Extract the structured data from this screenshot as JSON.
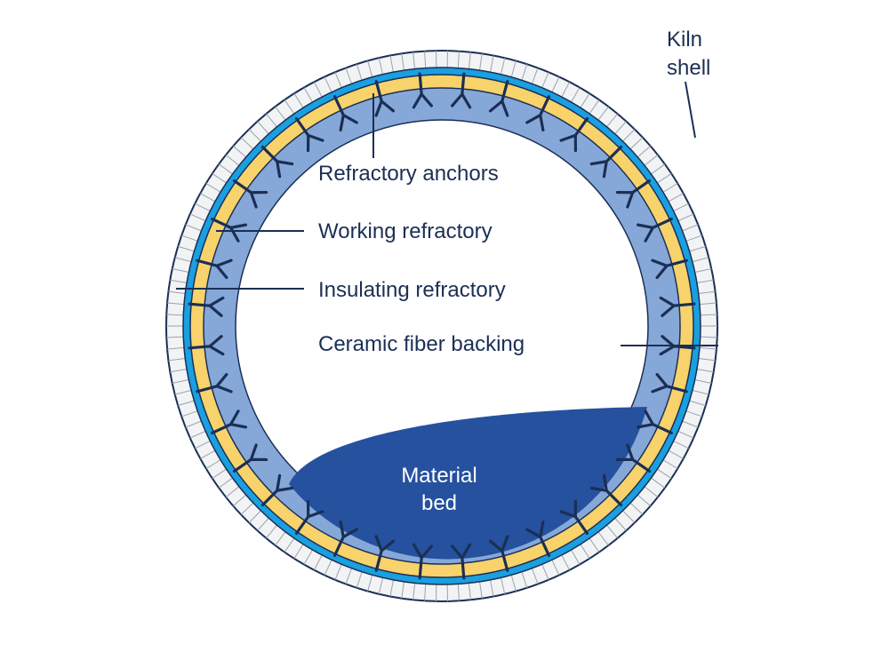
{
  "labels": {
    "kiln_shell_line1": "Kiln",
    "kiln_shell_line2": "shell",
    "refractory_anchors": "Refractory anchors",
    "working_refractory": "Working refractory",
    "insulating_refractory": "Insulating refractory",
    "ceramic_fiber_backing": "Ceramic fiber backing",
    "material_bed_line1": "Material",
    "material_bed_line2": "bed"
  },
  "colors": {
    "shell_fill": "#f2f3f5",
    "shell_tick": "#9aa3ad",
    "ceramic_fiber": "#1a9fe0",
    "insulating": "#f8d26a",
    "working": "#86a8d8",
    "anchor": "#1b2f55",
    "material_bed": "#25519f",
    "outline": "#1b2f55"
  },
  "icons": {
    "anchor": "y-anchor-icon"
  }
}
